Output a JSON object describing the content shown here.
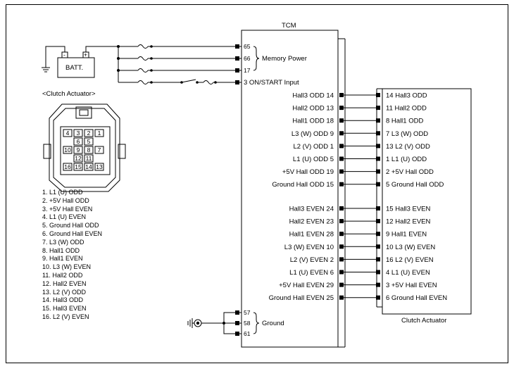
{
  "tcm": {
    "title": "TCM",
    "memory_power_label": "Memory Power",
    "on_start_label": "3 ON/START Input",
    "ground_label": "Ground",
    "left_pins": [
      "65",
      "66",
      "17"
    ],
    "ground_pins": [
      "57",
      "58",
      "61"
    ],
    "right_pins_odd": [
      "Hall3 ODD 14",
      "Hall2 ODD 13",
      "Hall1 ODD 18",
      "L3 (W) ODD 9",
      "L2 (V) ODD 1",
      "L1 (U) ODD 5",
      "+5V Hall ODD 19",
      "Ground Hall ODD 15"
    ],
    "right_pins_even": [
      "Hall3 EVEN 24",
      "Hall2 EVEN 23",
      "Hall1 EVEN 28",
      "L3 (W) EVEN 10",
      "L2 (V) EVEN 2",
      "L1 (U) EVEN 6",
      "+5V Hall EVEN 29",
      "Ground Hall EVEN 25"
    ]
  },
  "battery": {
    "label": "BATT."
  },
  "clutch_actuator": {
    "title": "Clutch Actuator",
    "connector_heading": "<Clutch Actuator>",
    "pins_odd": [
      "14 Hall3 ODD",
      "11 Hall2 ODD",
      "8 Hall1 ODD",
      "7 L3 (W) ODD",
      "13 L2 (V) ODD",
      "1 L1 (U) ODD",
      "2 +5V Hall ODD",
      "5 Ground Hall ODD"
    ],
    "pins_even": [
      "15 Hall3 EVEN",
      "12 Hall2 EVEN",
      "9 Hall1 EVEN",
      "10 L3 (W) EVEN",
      "16 L2 (V) EVEN",
      "4 L1 (U) EVEN",
      "3 +5V Hall EVEN",
      "6 Ground Hall EVEN"
    ],
    "connector_cells": [
      "4",
      "3",
      "2",
      "1",
      "6",
      "5",
      "10",
      "9",
      "8",
      "7",
      "12",
      "11",
      "16",
      "15",
      "14",
      "13"
    ],
    "pin_list": [
      "1. L1 (U) ODD",
      "2. +5V Hall ODD",
      "3. +5V Hall EVEN",
      "4. L1 (U) EVEN",
      "5. Ground Hall ODD",
      "6. Ground Hall EVEN",
      "7. L3 (W) ODD",
      "8. Hall1 ODD",
      "9. Hall1 EVEN",
      "10. L3 (W) EVEN",
      "11. Hall2 ODD",
      "12. Hall2 EVEN",
      "13. L2 (V) ODD",
      "14. Hall3 ODD",
      "15. Hall3 EVEN",
      "16. L2 (V) EVEN"
    ]
  }
}
